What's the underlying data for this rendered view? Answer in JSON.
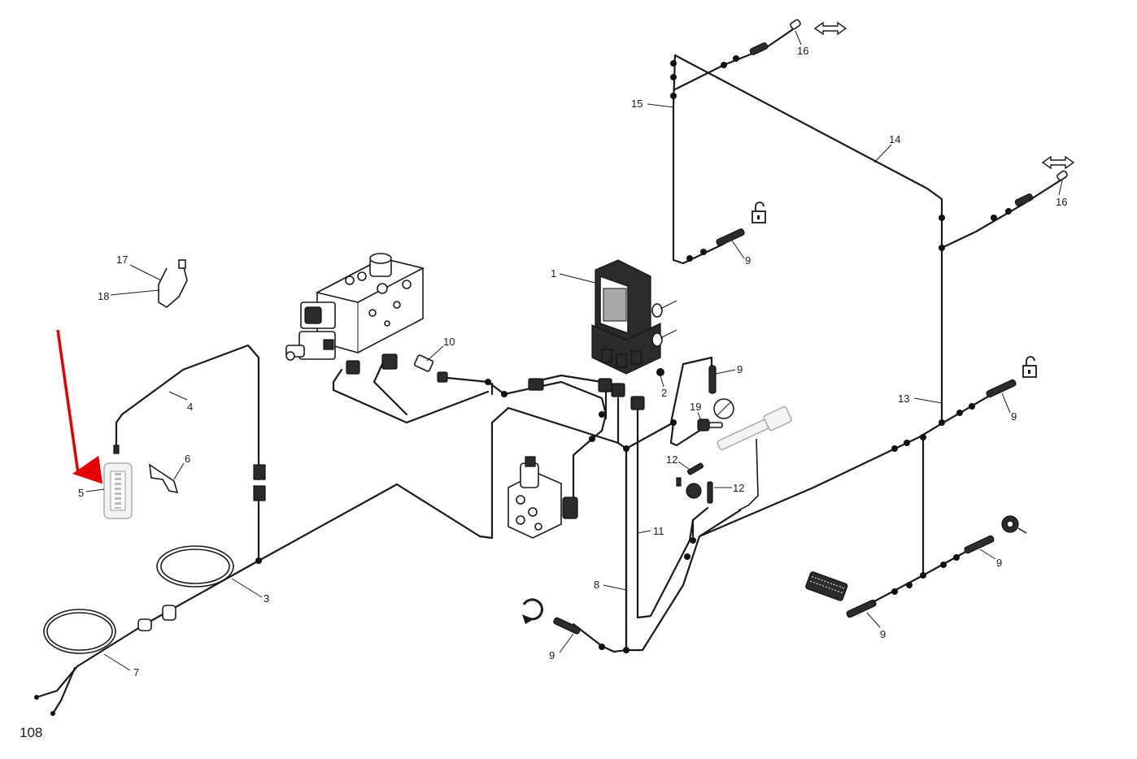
{
  "page_number": "108",
  "accent_color": "#e60000",
  "callouts": {
    "c1": "1",
    "c2": "2",
    "c3": "3",
    "c4": "4",
    "c5": "5",
    "c6": "6",
    "c7": "7",
    "c8": "8",
    "c9a": "9",
    "c9b": "9",
    "c9c": "9",
    "c9d": "9",
    "c9e": "9",
    "c9f": "9",
    "c10": "10",
    "c11": "11",
    "c12a": "12",
    "c12b": "12",
    "c13": "13",
    "c14": "14",
    "c15": "15",
    "c16a": "16",
    "c16b": "16",
    "c17": "17",
    "c18": "18",
    "c19": "19"
  },
  "icons": [
    "unlock-icon",
    "rotate-icon",
    "double-arrow-icon",
    "red-pointer-arrow"
  ]
}
